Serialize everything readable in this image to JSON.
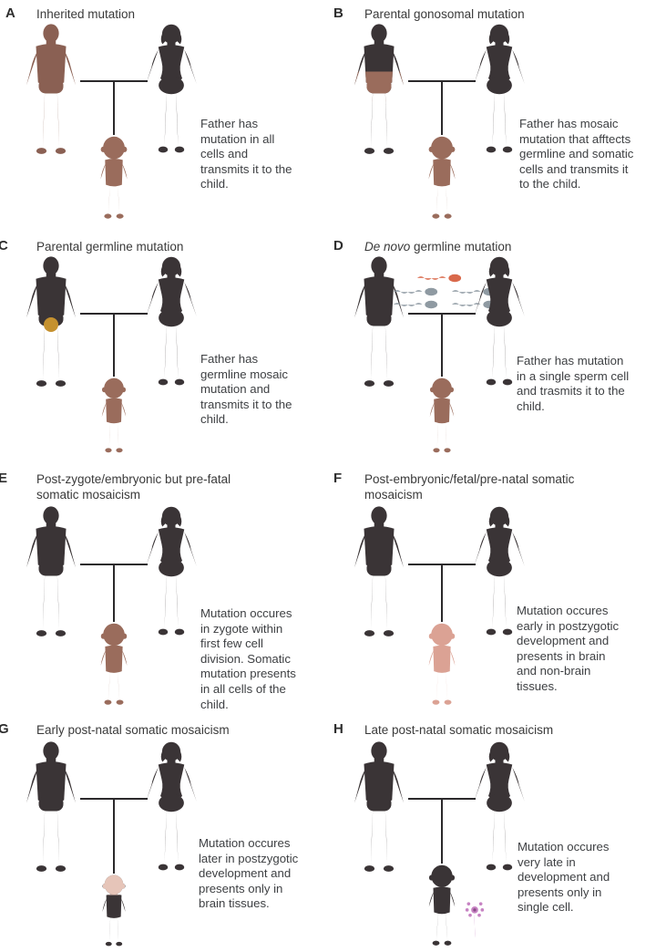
{
  "figure_title": "Types of inherited and mosaic mutations pedigree diagram",
  "colors": {
    "silhouette_dark": "#3a3436",
    "affected_adult_brown": "#8a6053",
    "affected_child_brown": "#9a6c5c",
    "mosaic_band_brown": "#9a6c5c",
    "child_salmon": "#dba294",
    "child_pink_head": "#e6c5b9",
    "germline_dot_gold": "#c5912f",
    "sperm_gray": "#8f9aa2",
    "sperm_mutant_red": "#d9694b",
    "neuron_pink": "#c783c3",
    "pedigree_line": "#2b292b",
    "text": "#3e4043"
  },
  "panels": [
    {
      "letter": "A",
      "title": "Inherited mutation",
      "desc": "Father has\nmutation in all\ncells and\ntransmits it to the\nchild."
    },
    {
      "letter": "B",
      "title": "Parental gonosomal mutation",
      "desc": "Father has mosaic\nmutation that afftects\ngermline and somatic\ncells and transmits it\nto the child."
    },
    {
      "letter": "C",
      "title": "Parental germline mutation",
      "desc": "Father has\ngermline mosaic\nmutation and\ntransmits it to the\nchild."
    },
    {
      "letter": "D",
      "title_italic": "De novo",
      "title_rest": " germline mutation",
      "desc": "Father has mutation\nin a single sperm cell\nand trasmits it to the\nchild."
    },
    {
      "letter": "E",
      "title": "Post-zygote/embryonic but pre-fatal\nsomatic mosaicism",
      "desc": "Mutation occures\nin zygote within\nfirst few cell\ndivision. Somatic\nmutation presents\nin all cells of the\nchild."
    },
    {
      "letter": "F",
      "title": "Post-embryonic/fetal/pre-natal somatic\nmosaicism",
      "desc": "Mutation occures\nearly in postzygotic\ndevelopment and\npresents in brain\nand non-brain\ntissues."
    },
    {
      "letter": "G",
      "title": "Early post-natal somatic mosaicism",
      "desc": "Mutation occures\nlater in postzygotic\ndevelopment and\npresents only in\nbrain tissues."
    },
    {
      "letter": "H",
      "title": "Late post-natal somatic mosaicism",
      "desc": "Mutation occures\nvery late in\ndevelopment and\npresents only in\nsingle cell."
    }
  ]
}
